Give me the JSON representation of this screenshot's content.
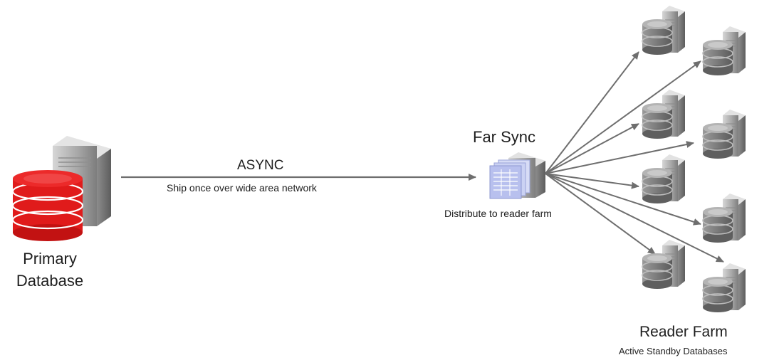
{
  "primary": {
    "line1": "Primary",
    "line2": "Database"
  },
  "async_link": {
    "label": "ASYNC",
    "sublabel": "Ship once over wide area network"
  },
  "far_sync": {
    "label": "Far Sync",
    "sublabel": "Distribute to reader farm"
  },
  "reader_farm": {
    "label": "Reader Farm",
    "sublabel": "Active Standby Databases",
    "standby_count": 8
  },
  "colors": {
    "primary_db": "#e01b1b",
    "standby_db": "#8a8a8a",
    "arrow": "#6e6e6e",
    "far_sync_doc": "#b8c0ee"
  },
  "icons": {
    "primary": "primary-database-icon",
    "far_sync": "far-sync-server-icon",
    "standby": "standby-database-icon"
  }
}
